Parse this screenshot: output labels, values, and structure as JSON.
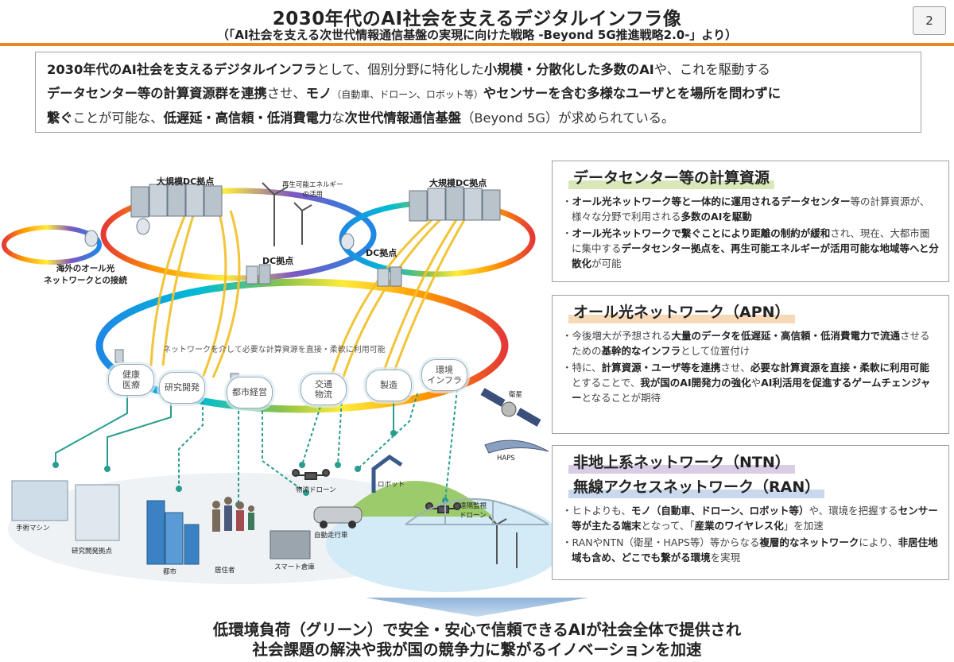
{
  "header": {
    "title": "2030年代のAI社会を支えるデジタルインフラ像",
    "subtitle": "（「AI社会を支える次世代情報通信基盤の実現に向けた戦略 -Beyond 5G推進戦略2.0-」より）",
    "page_number": "2"
  },
  "summary": {
    "p1": "2030年代のAI社会を支えるデジタルインフラ",
    "p2": "として、個別分野に特化した",
    "p3": "小規模・分散化した多数のAI",
    "p4": "や、これを駆動する",
    "p5": "データセンター等の計算資源群を連携",
    "p6": "させ、",
    "p7": "モノ",
    "p8": "（自動車、ドローン、ロボット等）",
    "p9": "やセンサーを含む多様なユーザとを場所を問わずに",
    "p10": "繋ぐ",
    "p11": "ことが可能な、",
    "p12": "低遅延・高信頼・低消費電力",
    "p13": "な",
    "p14": "次世代情報通信基盤",
    "p15": "（Beyond 5G）が求められている。"
  },
  "diagram": {
    "large_dc_left": "大規模DC拠点",
    "large_dc_right": "大規模DC拠点",
    "renewable": "再生可能エネルギー\nの活用",
    "overseas": "海外のオール光\nネットワークとの接続",
    "dc_left": "DC拠点",
    "dc_right": "DC拠点",
    "ring_text": "ネットワークを介して必要な計算資源を直接・柔軟に利用可能",
    "bubbles": [
      "健康\n医療",
      "研究開発",
      "都市経営",
      "交通\n物流",
      "製造",
      "環境\nインフラ"
    ],
    "satellite": "衛星",
    "haps": "HAPS",
    "drone_logistics": "物流ドローン",
    "robot": "ロボット",
    "surgery": "手術マシン",
    "rnd_base": "研究開発拠点",
    "city": "都市",
    "residents": "居住者",
    "smart_warehouse": "スマート倉庫",
    "autonomous_car": "自動走行車",
    "inspection_drone": "遠隔監視\nドローン"
  },
  "panels": {
    "dc": {
      "title": "データセンター等の計算資源",
      "items": [
        [
          "",
          "オール光ネットワーク等と一体的に運用されるデータセンター",
          "等の計算資源が、様々な分野で利用される",
          "多数のAIを駆動",
          ""
        ],
        [
          "",
          "オール光ネットワークで繋ぐことにより距離の制約が緩和",
          "され、現在、大都市圏に集中する",
          "データセンター拠点を、再生可能エネルギーが活用可能な地域等へと分散化",
          "が可能"
        ]
      ]
    },
    "apn": {
      "title": "オール光ネットワーク（APN）",
      "items": [
        [
          "今後増大が予想される",
          "大量のデータを低遅延・高信頼・低消費電力で流通",
          "させるための",
          "基幹的なインフラ",
          "として位置付け"
        ],
        [
          "特に、",
          "計算資源・ユーザ等を連携",
          "させ、",
          "必要な計算資源を直接・柔軟に利用可能",
          "とすることで、",
          "我が国のAI開発力の強化",
          "や",
          "AI利活用を促進するゲームチェンジャー",
          "となることが期待"
        ]
      ]
    },
    "ntn": {
      "title1": "非地上系ネットワーク（NTN）",
      "title2": "無線アクセスネットワーク（RAN）",
      "items": [
        [
          "ヒトよりも、",
          "モノ（自動車、ドローン、ロボット等）",
          "や、環境を把握する",
          "センサー等が主たる端末",
          "となって、「",
          "産業のワイヤレス化",
          "」を加速"
        ],
        [
          "RANやNTN（衛星・HAPS等）等からなる",
          "複層的なネットワーク",
          "により、",
          "非居住地域も含め、どこでも繋がる環境",
          "を実現"
        ]
      ]
    }
  },
  "footer": {
    "line1": "低環境負荷（グリーン）で安全・安心で信頼できるAIが社会全体で提供され",
    "line2": "社会課題の解決や我が国の競争力に繋がるイノベーションを加速"
  },
  "colors": {
    "accent_orange": "#e98a1f",
    "dc_title_underline": "#d8e8b8",
    "apn_title_underline": "#f7d9b8",
    "ntn_title_underline": "#d9cde6",
    "ran_title_underline": "#c8d9ee",
    "teal": "#2a9d8f",
    "yellow_link": "#f2c12e"
  }
}
